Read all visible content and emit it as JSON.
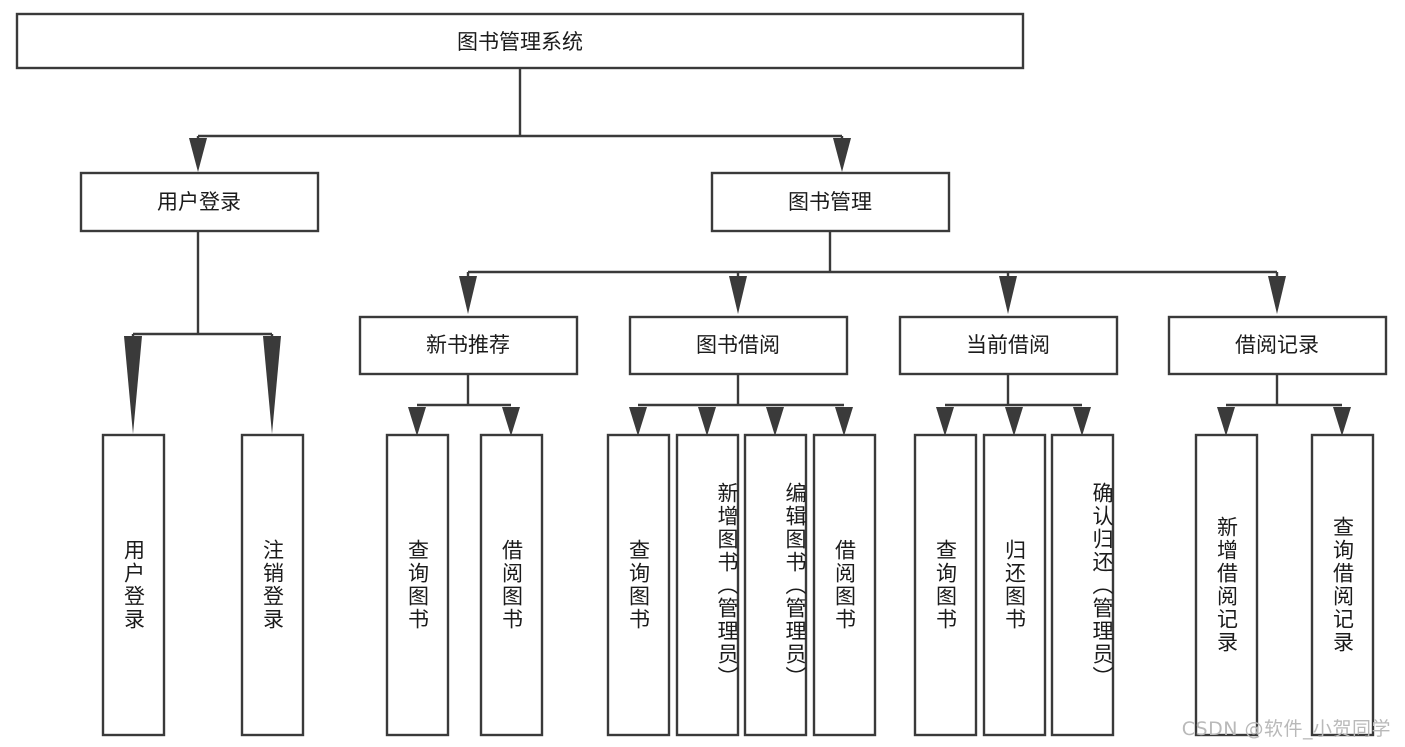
{
  "diagram": {
    "type": "tree-hierarchy-flowchart",
    "title": "图书管理系统",
    "colors": {
      "box_stroke": "#3a3a3a",
      "box_fill": "#ffffff",
      "connector": "#3a3a3a",
      "text": "#1b1b1b",
      "background": "#ffffff",
      "watermark": "#b9b9b9"
    },
    "levels": {
      "level0": [
        {
          "id": "root",
          "label": "图书管理系统",
          "orientation": "horizontal"
        }
      ],
      "level1": [
        {
          "id": "user-login",
          "label": "用户登录",
          "orientation": "horizontal"
        },
        {
          "id": "book-manage",
          "label": "图书管理",
          "orientation": "horizontal"
        }
      ],
      "level2": [
        {
          "id": "new-book-recommend",
          "label": "新书推荐",
          "orientation": "horizontal"
        },
        {
          "id": "book-borrow",
          "label": "图书借阅",
          "orientation": "horizontal"
        },
        {
          "id": "current-borrow",
          "label": "当前借阅",
          "orientation": "horizontal"
        },
        {
          "id": "borrow-record",
          "label": "借阅记录",
          "orientation": "horizontal"
        }
      ],
      "level3": [
        {
          "id": "leaf-user-login",
          "label": "用户登录",
          "orientation": "vertical",
          "parent": "user-login"
        },
        {
          "id": "leaf-logout",
          "label": "注销登录",
          "orientation": "vertical",
          "parent": "user-login"
        },
        {
          "id": "leaf-query-book-1",
          "label": "查询图书",
          "orientation": "vertical",
          "parent": "new-book-recommend"
        },
        {
          "id": "leaf-borrow-book-1",
          "label": "借阅图书",
          "orientation": "vertical",
          "parent": "new-book-recommend"
        },
        {
          "id": "leaf-query-book-2",
          "label": "查询图书",
          "orientation": "vertical",
          "parent": "book-borrow"
        },
        {
          "id": "leaf-add-book",
          "label": "新增图书（管理员）",
          "orientation": "vertical",
          "parent": "book-borrow"
        },
        {
          "id": "leaf-edit-book",
          "label": "编辑图书（管理员）",
          "orientation": "vertical",
          "parent": "book-borrow"
        },
        {
          "id": "leaf-borrow-book-2",
          "label": "借阅图书",
          "orientation": "vertical",
          "parent": "book-borrow"
        },
        {
          "id": "leaf-query-book-3",
          "label": "查询图书",
          "orientation": "vertical",
          "parent": "current-borrow"
        },
        {
          "id": "leaf-return-book",
          "label": "归还图书",
          "orientation": "vertical",
          "parent": "current-borrow"
        },
        {
          "id": "leaf-confirm-return",
          "label": "确认归还（管理员）",
          "orientation": "vertical",
          "parent": "current-borrow"
        },
        {
          "id": "leaf-add-record",
          "label": "新增借阅记录",
          "orientation": "vertical",
          "parent": "borrow-record"
        },
        {
          "id": "leaf-query-record",
          "label": "查询借阅记录",
          "orientation": "vertical",
          "parent": "borrow-record"
        }
      ]
    },
    "edges": [
      {
        "from": "root",
        "to": "user-login"
      },
      {
        "from": "root",
        "to": "book-manage"
      },
      {
        "from": "user-login",
        "to": "leaf-user-login"
      },
      {
        "from": "user-login",
        "to": "leaf-logout"
      },
      {
        "from": "book-manage",
        "to": "new-book-recommend"
      },
      {
        "from": "book-manage",
        "to": "book-borrow"
      },
      {
        "from": "book-manage",
        "to": "current-borrow"
      },
      {
        "from": "book-manage",
        "to": "borrow-record"
      },
      {
        "from": "new-book-recommend",
        "to": "leaf-query-book-1"
      },
      {
        "from": "new-book-recommend",
        "to": "leaf-borrow-book-1"
      },
      {
        "from": "book-borrow",
        "to": "leaf-query-book-2"
      },
      {
        "from": "book-borrow",
        "to": "leaf-add-book"
      },
      {
        "from": "book-borrow",
        "to": "leaf-edit-book"
      },
      {
        "from": "book-borrow",
        "to": "leaf-borrow-book-2"
      },
      {
        "from": "current-borrow",
        "to": "leaf-query-book-3"
      },
      {
        "from": "current-borrow",
        "to": "leaf-return-book"
      },
      {
        "from": "current-borrow",
        "to": "leaf-confirm-return"
      },
      {
        "from": "borrow-record",
        "to": "leaf-add-record"
      },
      {
        "from": "borrow-record",
        "to": "leaf-query-record"
      }
    ]
  },
  "watermark": {
    "text": "CSDN @软件_小贺同学"
  }
}
